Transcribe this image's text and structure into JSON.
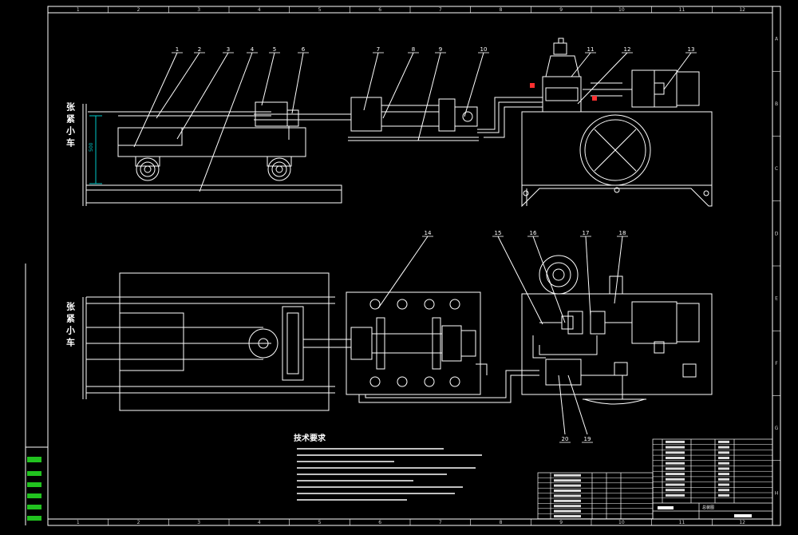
{
  "colors": {
    "background": "#000000",
    "line": "#ffffff",
    "frame_text": "#cfcfcf",
    "green": "#21c21f",
    "cyan": "#00c8c8",
    "red": "#ff3030"
  },
  "frame": {
    "top_numbers": [
      "1",
      "2",
      "3",
      "4",
      "5",
      "6",
      "7",
      "8",
      "9",
      "10",
      "11",
      "12"
    ],
    "bottom_numbers": [
      "1",
      "2",
      "3",
      "4",
      "5",
      "6",
      "7",
      "8",
      "9",
      "10",
      "11",
      "12"
    ],
    "side_letters": [
      "A",
      "B",
      "C",
      "D",
      "E",
      "F",
      "G",
      "H"
    ]
  },
  "side_labels": {
    "top": "张紧小车",
    "bottom": "张紧小车"
  },
  "top_view": {
    "balloons": [
      "1",
      "2",
      "3",
      "4",
      "5",
      "6",
      "7",
      "8",
      "9",
      "10",
      "11",
      "12",
      "13"
    ],
    "dimension": "500"
  },
  "bottom_view": {
    "balloons": [
      "14",
      "15",
      "16",
      "17",
      "18",
      "19",
      "20"
    ]
  },
  "notes": {
    "title": "技术要求"
  },
  "title_block": {
    "drawing_name": "总装图"
  }
}
